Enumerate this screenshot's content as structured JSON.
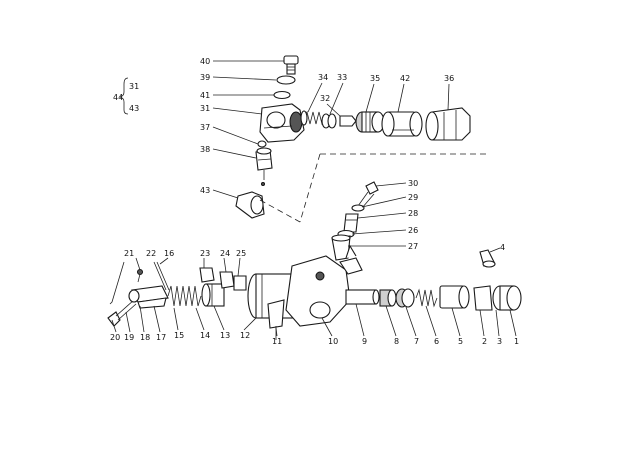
{
  "diagram": {
    "group_label": {
      "prefix": "44",
      "items": [
        "31",
        "43"
      ]
    },
    "upper_labels": [
      "40",
      "39",
      "41",
      "31",
      "37",
      "38",
      "43",
      "34",
      "33",
      "32",
      "35",
      "42",
      "36"
    ],
    "right_labels": [
      "30",
      "29",
      "28",
      "26",
      "27",
      "4"
    ],
    "lower_labels": [
      "21",
      "22",
      "16",
      "23",
      "24",
      "25",
      "20",
      "19",
      "18",
      "17",
      "15",
      "14",
      "13",
      "12",
      "11",
      "10",
      "9",
      "8",
      "7",
      "6",
      "5",
      "2",
      "3",
      "1"
    ]
  }
}
